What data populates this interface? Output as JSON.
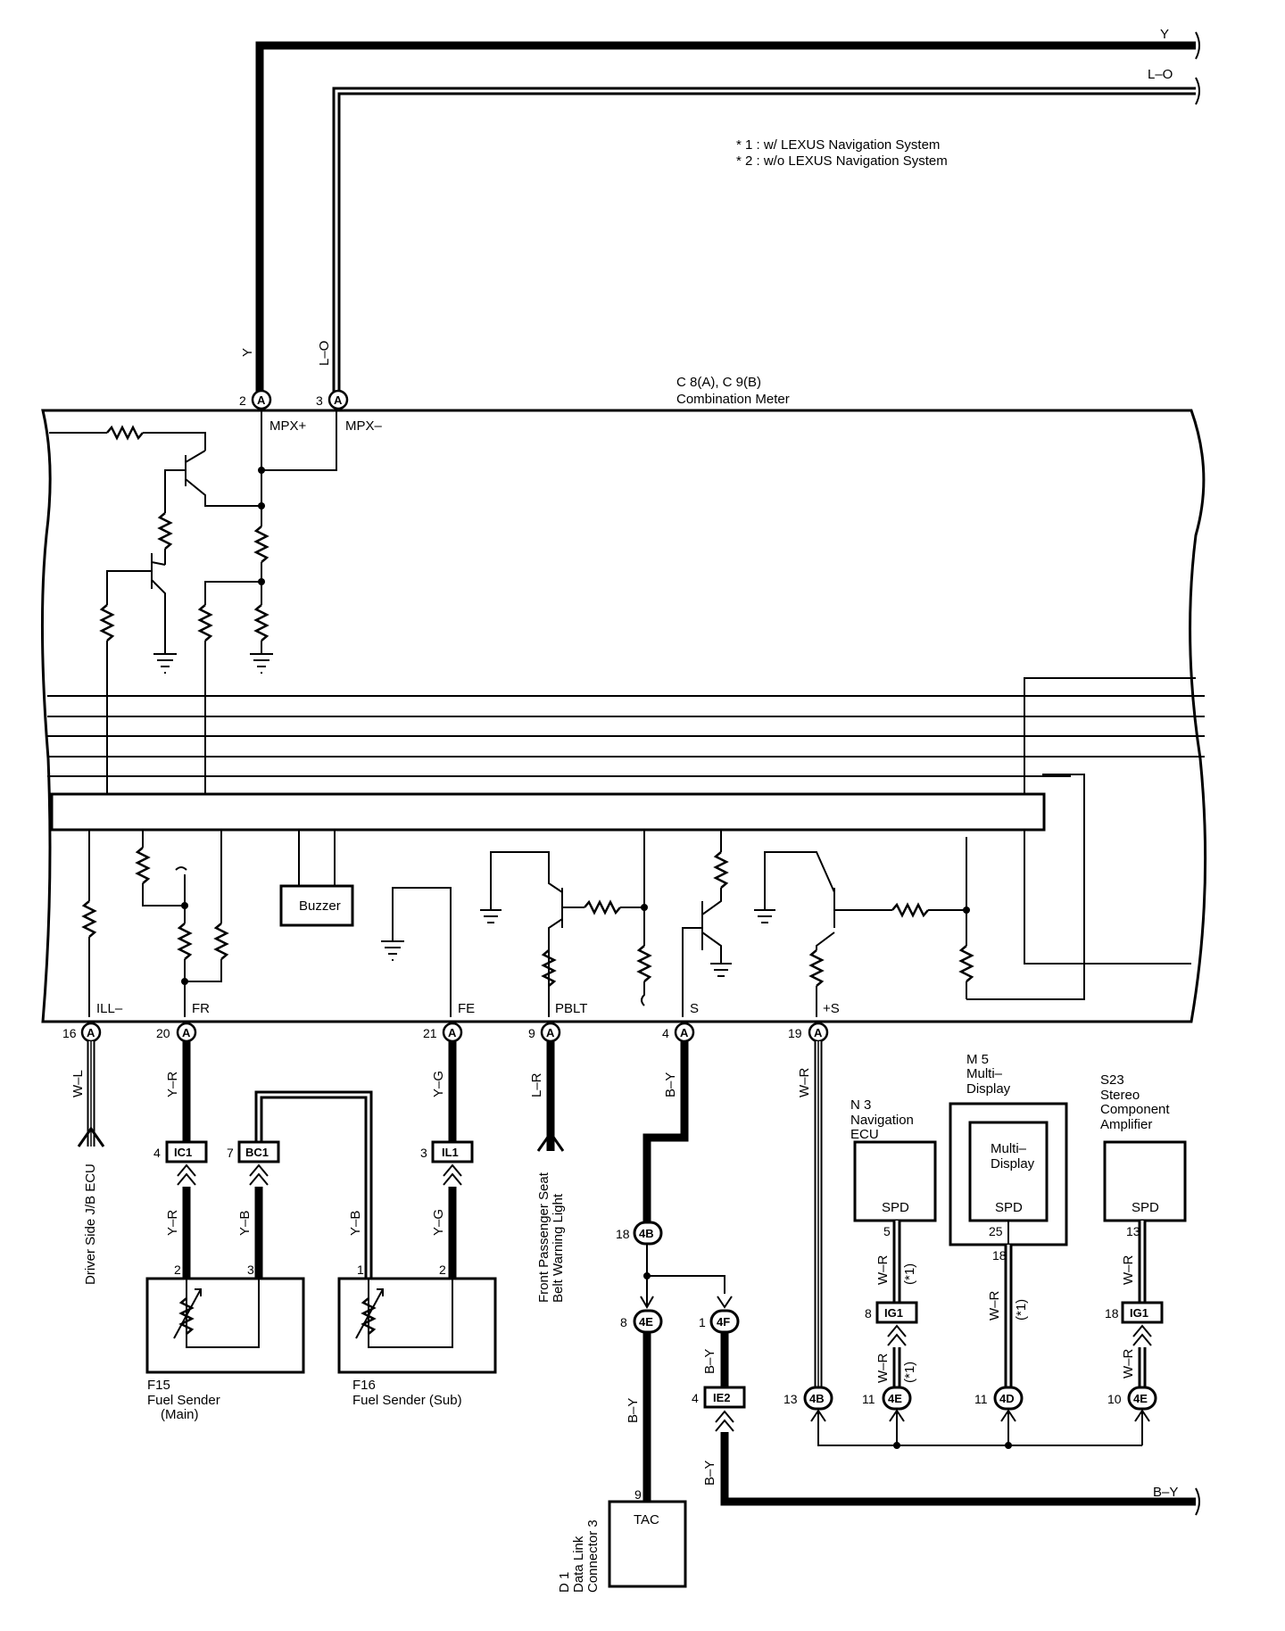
{
  "notes": [
    "* 1 : w/ LEXUS Navigation System",
    "* 2 : w/o LEXUS Navigation System"
  ],
  "wires_top": {
    "y_label": "Y",
    "lo_label": "L–O"
  },
  "meter": {
    "code": "C 8(A), C 9(B)",
    "name": "Combination Meter",
    "pins_top": [
      {
        "num": "2",
        "conn": "A",
        "name": "MPX+",
        "wire": "Y"
      },
      {
        "num": "3",
        "conn": "A",
        "name": "MPX–",
        "wire": "L–O"
      }
    ],
    "buzzer": "Buzzer",
    "pins_bottom": [
      {
        "num": "16",
        "conn": "A",
        "name": "ILL–",
        "wire": "W–L"
      },
      {
        "num": "20",
        "conn": "A",
        "name": "FR",
        "wire": "Y–R"
      },
      {
        "num": "21",
        "conn": "A",
        "name": "FE",
        "wire": "Y–G"
      },
      {
        "num": "9",
        "conn": "A",
        "name": "PBLT",
        "wire": "L–R"
      },
      {
        "num": "4",
        "conn": "A",
        "name": "S",
        "wire": "B–Y"
      },
      {
        "num": "19",
        "conn": "A",
        "name": "+S",
        "wire": "W–R"
      }
    ]
  },
  "connectors": {
    "ic1": {
      "pin": "4",
      "name": "IC1"
    },
    "bc1": {
      "pin": "7",
      "name": "BC1"
    },
    "il1": {
      "pin": "3",
      "name": "IL1"
    },
    "c18_4b": {
      "pin": "18",
      "name": "4B"
    },
    "c8_4e": {
      "pin": "8",
      "name": "4E"
    },
    "c1_4f": {
      "pin": "1",
      "name": "4F"
    },
    "c4_ie2": {
      "pin": "4",
      "name": "IE2"
    },
    "c13_4b": {
      "pin": "13",
      "name": "4B"
    },
    "c8_ig1": {
      "pin": "8",
      "name": "IG1"
    },
    "c11_4e": {
      "pin": "11",
      "name": "4E"
    },
    "c11_4d": {
      "pin": "11",
      "name": "4D"
    },
    "c18_ig1": {
      "pin": "18",
      "name": "IG1"
    },
    "c10_4e": {
      "pin": "10",
      "name": "4E"
    }
  },
  "wire_labels": {
    "yr2": "Y–R",
    "yb3": "Y–B",
    "yb1": "Y–B",
    "yg2": "Y–G",
    "by_mid": "B–Y",
    "by_4f": "B–Y",
    "by_ie2": "B–Y",
    "by_right": "B–Y",
    "wr_nav": "W–R",
    "wr_nav2": "W–R",
    "wr_md": "W–R",
    "wr_amp": "W–R",
    "wr_amp2": "W–R",
    "star1": "(*1)"
  },
  "devices": {
    "driver_jb": "Driver Side J/B ECU",
    "pass_seat_1": "Front Passenger Seat",
    "pass_seat_2": "Belt Warning Light",
    "f15": {
      "code": "F15",
      "l1": "Fuel Sender",
      "l2": "(Main)",
      "pin_a": "2",
      "pin_b": "3"
    },
    "f16": {
      "code": "F16",
      "l1": "Fuel Sender (Sub)",
      "pin_a": "1",
      "pin_b": "2"
    },
    "dlc": {
      "code": "D 1",
      "l1": "Data Link",
      "l2": "Connector 3",
      "tac": "TAC",
      "pin": "9"
    },
    "nav": {
      "code": "N 3",
      "l1": "Navigation",
      "l2": "ECU",
      "spd": "SPD",
      "pin": "5"
    },
    "md": {
      "code": "M 5",
      "l1": "Multi–",
      "l2": "Display",
      "inner1": "Multi–",
      "inner2": "Display",
      "spd": "SPD",
      "pin": "25",
      "pin2": "18"
    },
    "amp": {
      "code": "S23",
      "l1": "Stereo",
      "l2": "Component",
      "l3": "Amplifier",
      "spd": "SPD",
      "pin": "13"
    }
  }
}
